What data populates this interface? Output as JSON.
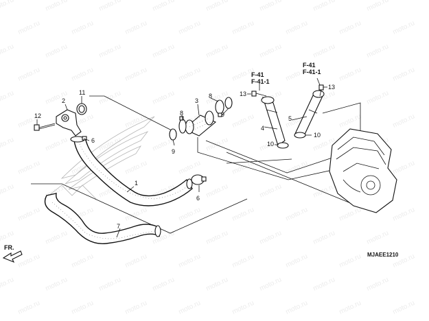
{
  "diagram": {
    "watermark": "moto.ru",
    "diagram_code": "MJAEE1210",
    "direction_label": "FR.",
    "callouts": [
      "1",
      "2",
      "3",
      "4",
      "5",
      "6",
      "6",
      "7",
      "8",
      "8",
      "9",
      "9",
      "10",
      "10",
      "11",
      "12",
      "13",
      "13"
    ],
    "page_refs": [
      [
        "F-41",
        "F-41-1"
      ],
      [
        "F-41",
        "F-41-1"
      ]
    ]
  }
}
